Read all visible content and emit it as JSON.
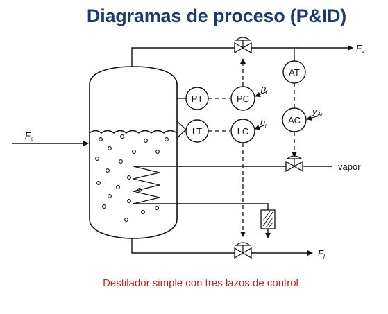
{
  "title": "Diagramas de proceso (P&ID)",
  "caption": "Destilador simple con tres lazos de control",
  "instruments": {
    "pt": "PT",
    "pc": "PC",
    "lt": "LT",
    "lc": "LC",
    "at": "AT",
    "ac": "AC"
  },
  "streams": {
    "feed_main": "F",
    "feed_sub": "e",
    "vapor_out_main": "F",
    "vapor_out_sub": "v",
    "liquid_out_main": "F",
    "liquid_out_sub": "l",
    "steam": "vapor"
  },
  "setpoints": {
    "pressure_main": "p",
    "pressure_sub": "r",
    "level_main": "h",
    "level_sub": "r",
    "composition_main": "y",
    "composition_sub": "Ar"
  },
  "colors": {
    "title": "#1f3a6e",
    "caption": "#c8201a",
    "line": "#111111"
  }
}
